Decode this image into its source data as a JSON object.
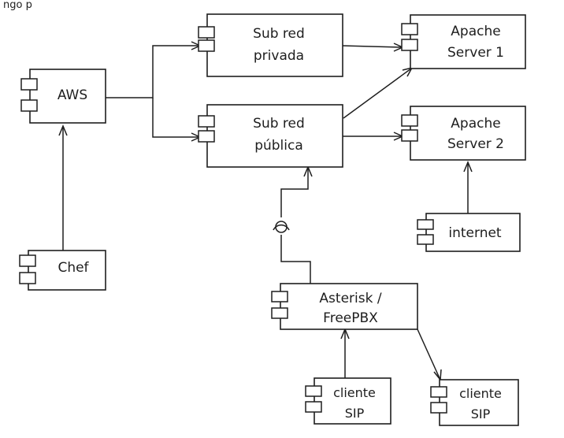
{
  "diagram": {
    "title": "ngo             p",
    "nodes": {
      "aws": {
        "label": "AWS"
      },
      "chef": {
        "label": "Chef"
      },
      "subred_privada": {
        "line1": "Sub red",
        "line2": "privada"
      },
      "subred_publica": {
        "line1": "Sub red",
        "line2": "pública"
      },
      "apache1": {
        "line1": "Apache",
        "line2": "Server 1"
      },
      "apache2": {
        "line1": "Apache",
        "line2": "Server 2"
      },
      "internet": {
        "label": "internet"
      },
      "asterisk": {
        "line1": "Asterisk /",
        "line2": "FreePBX"
      },
      "cliente1": {
        "line1": "cliente",
        "line2": "SIP"
      },
      "cliente2": {
        "line1": "cliente",
        "line2": "SIP"
      }
    },
    "edges": [
      {
        "from": "AWS",
        "to": "Sub red privada"
      },
      {
        "from": "AWS",
        "to": "Sub red pública"
      },
      {
        "from": "Sub red privada",
        "to": "Apache Server 1"
      },
      {
        "from": "Sub red pública",
        "to": "Apache Server 1"
      },
      {
        "from": "Sub red pública",
        "to": "Apache Server 2"
      },
      {
        "from": "Chef",
        "to": "AWS"
      },
      {
        "from": "internet",
        "to": "Apache Server 2"
      },
      {
        "from": "Asterisk / FreePBX",
        "to": "Sub red pública"
      },
      {
        "from": "cliente SIP",
        "to": "Asterisk / FreePBX"
      },
      {
        "from": "Asterisk / FreePBX",
        "to": "cliente SIP"
      }
    ]
  }
}
